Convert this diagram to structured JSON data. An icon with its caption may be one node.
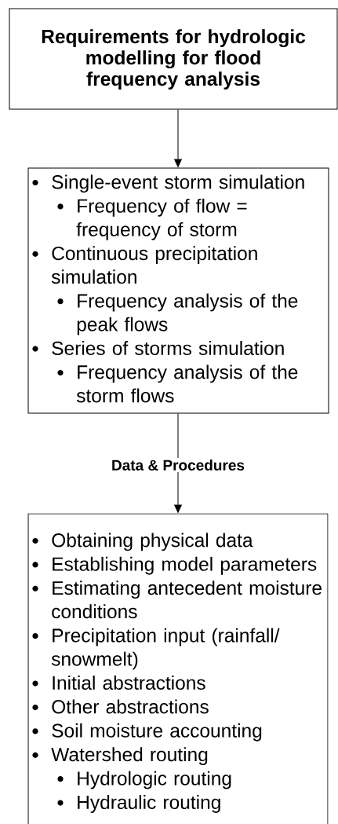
{
  "diagram": {
    "nodes": [
      {
        "text": [
          "Requirements for hydrologic modelling for flood frequency analysis"
        ]
      },
      {
        "text": [
          "Single-event storm simulation",
          "Frequency of flow = frequency of storm",
          "Continuous precipitation simulation",
          "Frequency analysis of the peak flows",
          "Series of storms simulation",
          "Frequency analysis of the storm flows"
        ]
      },
      {
        "text": [
          "Obtaining physical data",
          "Establishing model parameters",
          "Estimating antecedent moisture conditions",
          "Precipitation input (rainfall/ snowmelt)",
          "Initial abstractions",
          "Other abstractions",
          "Soil moisture accounting",
          "Watershed routing",
          "Hydrologic routing",
          "Hydraulic routing"
        ]
      }
    ],
    "edges": [
      {
        "from": 0,
        "to": 1,
        "arrow": "to"
      },
      {
        "from": 1,
        "to": 2,
        "arrow": "to",
        "label": "Data & Procedures"
      }
    ]
  }
}
